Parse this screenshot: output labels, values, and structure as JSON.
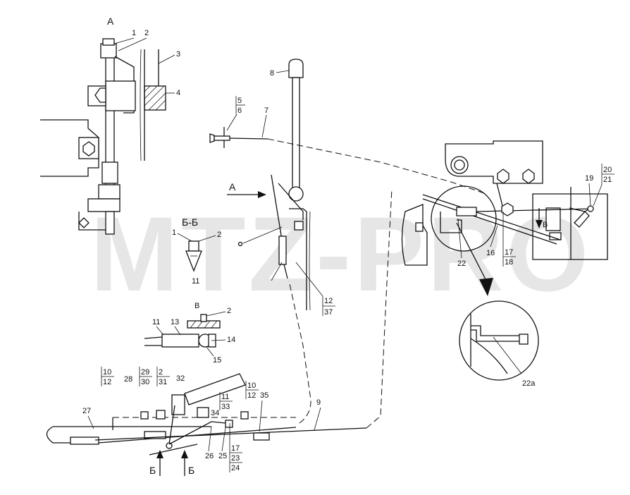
{
  "watermark": "MTZ-PRO",
  "view_labels": {
    "view_a_top": "А",
    "view_a_arrow": "А",
    "section_bb": "Б-Б",
    "section_v": "В",
    "arrow_v": "В",
    "section_b_left": "Б",
    "section_b_right": "Б"
  },
  "callouts": {
    "c1": "1",
    "c2": "2",
    "c3": "3",
    "c4": "4",
    "c5_6_top": "5",
    "c5_6_bot": "6",
    "c7": "7",
    "c8": "8",
    "c9": "9",
    "c10_12a_top": "10",
    "c10_12a_bot": "12",
    "c10_12b_top": "10",
    "c10_12b_bot": "12",
    "c11_bb": "11",
    "c1_bb": "1",
    "c2_bb": "2",
    "c11_v": "11",
    "c13": "13",
    "c14": "14",
    "c15": "15",
    "c2_v": "2",
    "c11_33_top": "11",
    "c11_33_bot": "33",
    "c12_37_top": "12",
    "c12_37_bot": "37",
    "c16": "16",
    "c17_18_top": "17",
    "c17_18_bot": "18",
    "c19": "19",
    "c20_21_top": "20",
    "c20_21_bot": "21",
    "c22": "22",
    "c22a": "22a",
    "c17_23_24_a": "17",
    "c17_23_24_b": "23",
    "c17_23_24_c": "24",
    "c25": "25",
    "c26": "26",
    "c27": "27",
    "c28": "28",
    "c29_30_top": "29",
    "c29_30_bot": "30",
    "c2_31_top": "2",
    "c2_31_bot": "31",
    "c32": "32",
    "c34": "34",
    "c35": "35"
  },
  "colors": {
    "ink": "#111111",
    "paper": "#ffffff",
    "watermark": "#e6e6e6"
  }
}
